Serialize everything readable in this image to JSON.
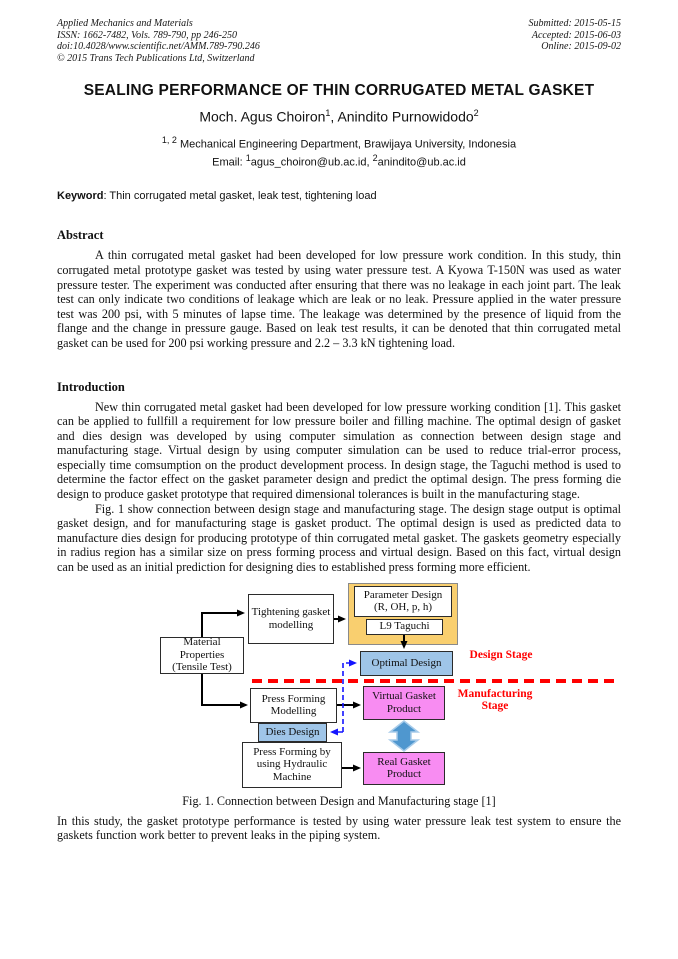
{
  "header": {
    "left": [
      "Applied Mechanics and Materials",
      "ISSN: 1662-7482, Vols. 789-790, pp 246-250",
      "doi:10.4028/www.scientific.net/AMM.789-790.246",
      "© 2015 Trans Tech Publications Ltd, Switzerland"
    ],
    "right": [
      "Submitted: 2015-05-15",
      "Accepted: 2015-06-03",
      "Online: 2015-09-02"
    ]
  },
  "title": "SEALING PERFORMANCE OF THIN CORRUGATED METAL GASKET",
  "authors": {
    "name1": "Moch. Agus Choiron",
    "sup1": "1",
    "sep": ", ",
    "name2": "Anindito Purnowidodo",
    "sup2": "2"
  },
  "affiliation": {
    "sup": "1, 2",
    "text": " Mechanical Engineering Department, Brawijaya University, Indonesia"
  },
  "email": {
    "label": "Email: ",
    "sup1": "1",
    "addr1": "agus_choiron@ub.ac.id",
    "sep": ", ",
    "sup2": "2",
    "addr2": "anindito@ub.ac.id"
  },
  "keyword": {
    "label": "Keyword",
    "text": ": Thin corrugated metal gasket, leak test, tightening load"
  },
  "abstract": {
    "heading": "Abstract",
    "body": "A thin corrugated metal gasket had been developed for low pressure work condition. In this study, thin corrugated metal prototype gasket was tested by using water pressure test. A Kyowa T-150N was used as water pressure tester. The experiment was conducted after ensuring that there was no leakage in each joint part. The leak test can only indicate two conditions of leakage which are leak or no leak. Pressure applied in the water pressure test was 200 psi, with 5 minutes of lapse time. The leakage was determined by the presence of liquid from the flange and the change in pressure gauge. Based on leak test results, it can be denoted that thin corrugated metal gasket can be used for 200 psi working pressure and 2.2 – 3.3 kN tightening load."
  },
  "introduction": {
    "heading": "Introduction",
    "para1": "New thin corrugated metal gasket had been developed for low pressure working condition [1]. This gasket can be applied to fullfill a requirement for low pressure boiler and filling machine. The optimal design of gasket and dies design was developed by using computer simulation as connection between design stage and manufacturing stage. Virtual design by using computer simulation can be used to reduce trial-error process, especially time comsumption on the product development process. In design stage, the Taguchi method is used to determine the factor effect on the gasket parameter design and predict the optimal design. The press forming die design to produce gasket prototype that required dimensional tolerances is built in the manufacturing stage.",
    "para2": "Fig. 1 show connection between design stage and manufacturing stage. The design stage output is optimal gasket design, and for manufacturing stage is gasket product. The optimal design is used as predicted data to manufacture dies design for producing prototype of thin corrugated metal gasket. The gaskets geometry especially in radius region has a similar size on press forming process and virtual design. Based on this fact, virtual design can be used as an initial prediction for designing dies to established press forming more efficient."
  },
  "figure": {
    "caption": "Fig. 1. Connection between Design and Manufacturing stage [1]",
    "nodes": {
      "material": "Material Properties (Tensile Test)",
      "tightening": "Tightening gasket modelling",
      "parameter": "Parameter Design (R, OH, p, h)",
      "l9": "L9 Taguchi",
      "optimal": "Optimal Design",
      "press_forming_modelling": "Press Forming Modelling",
      "virtual": "Virtual Gasket Product",
      "dies": "Dies Design",
      "hydraulic": "Press Forming by using Hydraulic Machine",
      "real": "Real Gasket Product"
    },
    "stage_labels": {
      "design": "Design Stage",
      "manufacturing": "Manufacturing Stage"
    },
    "colors": {
      "yellow_fill": "#F9CF6F",
      "yellow_border": "#8a8a8a",
      "blue_box": "#9FC5E8",
      "magenta_box": "#F88CF2",
      "thick_arrow_blue": "#4F97CF",
      "thick_arrow_edge": "#A8CCEA",
      "dashed_blue": "#1414FF",
      "stage_red": "#FF0000",
      "line_black": "#000000"
    }
  },
  "closing": "In this study, the gasket prototype performance is tested by using water pressure leak test system to ensure the gaskets function work better to prevent leaks in the piping system."
}
